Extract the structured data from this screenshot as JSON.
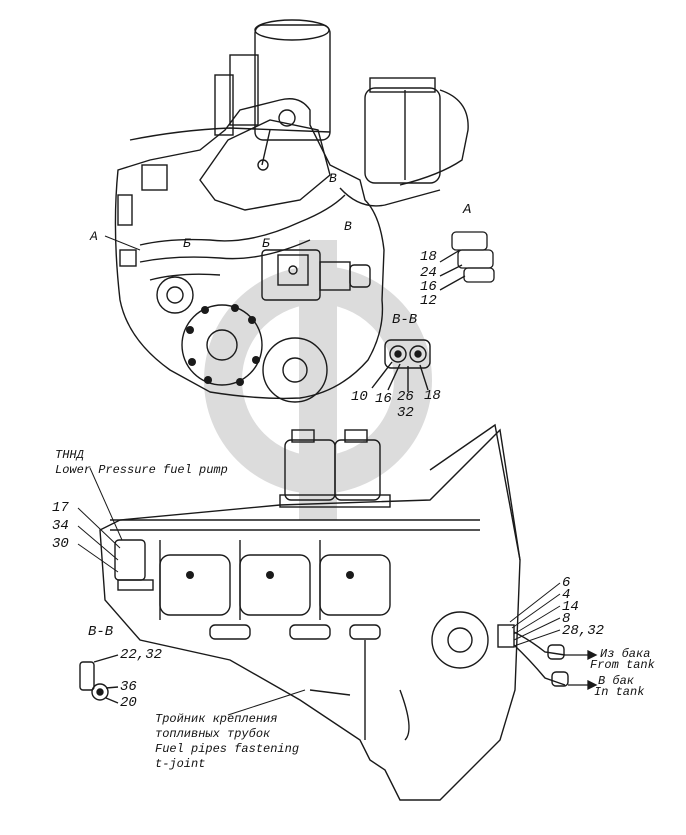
{
  "colors": {
    "ink": "#1a1a1a",
    "watermark": "#d9d9d9",
    "paper": "#ffffff"
  },
  "view_top": {
    "label_A_left": "A",
    "label_B1": "Б",
    "label_B2": "Б",
    "label_V1": "В",
    "label_V2": "В"
  },
  "detail_A": {
    "title": "A",
    "callouts": [
      "18",
      "24",
      "16",
      "12"
    ]
  },
  "section_VV_top": {
    "title": "В-В",
    "callouts_row1": [
      "10",
      "16",
      "26",
      "18"
    ],
    "callout_bottom": "32"
  },
  "tnvd": {
    "ru": "ТННД",
    "en": "Lower Pressure fuel pump"
  },
  "left_callouts": [
    "17",
    "34",
    "30"
  ],
  "right_callouts": [
    "6",
    "4",
    "14",
    "8",
    "28,32"
  ],
  "section_VV_bottom": {
    "title": "В-В",
    "callouts": [
      "22,32",
      "36",
      "20"
    ]
  },
  "from_tank": {
    "ru": "Из бака",
    "en": "From tank"
  },
  "to_tank": {
    "ru": "В бак",
    "en": "In tank"
  },
  "tjoint": {
    "ru_line1": "Тройник крепления",
    "ru_line2": "топливных трубок",
    "en_line1": "Fuel pipes fastening",
    "en_line2": "t-joint"
  }
}
